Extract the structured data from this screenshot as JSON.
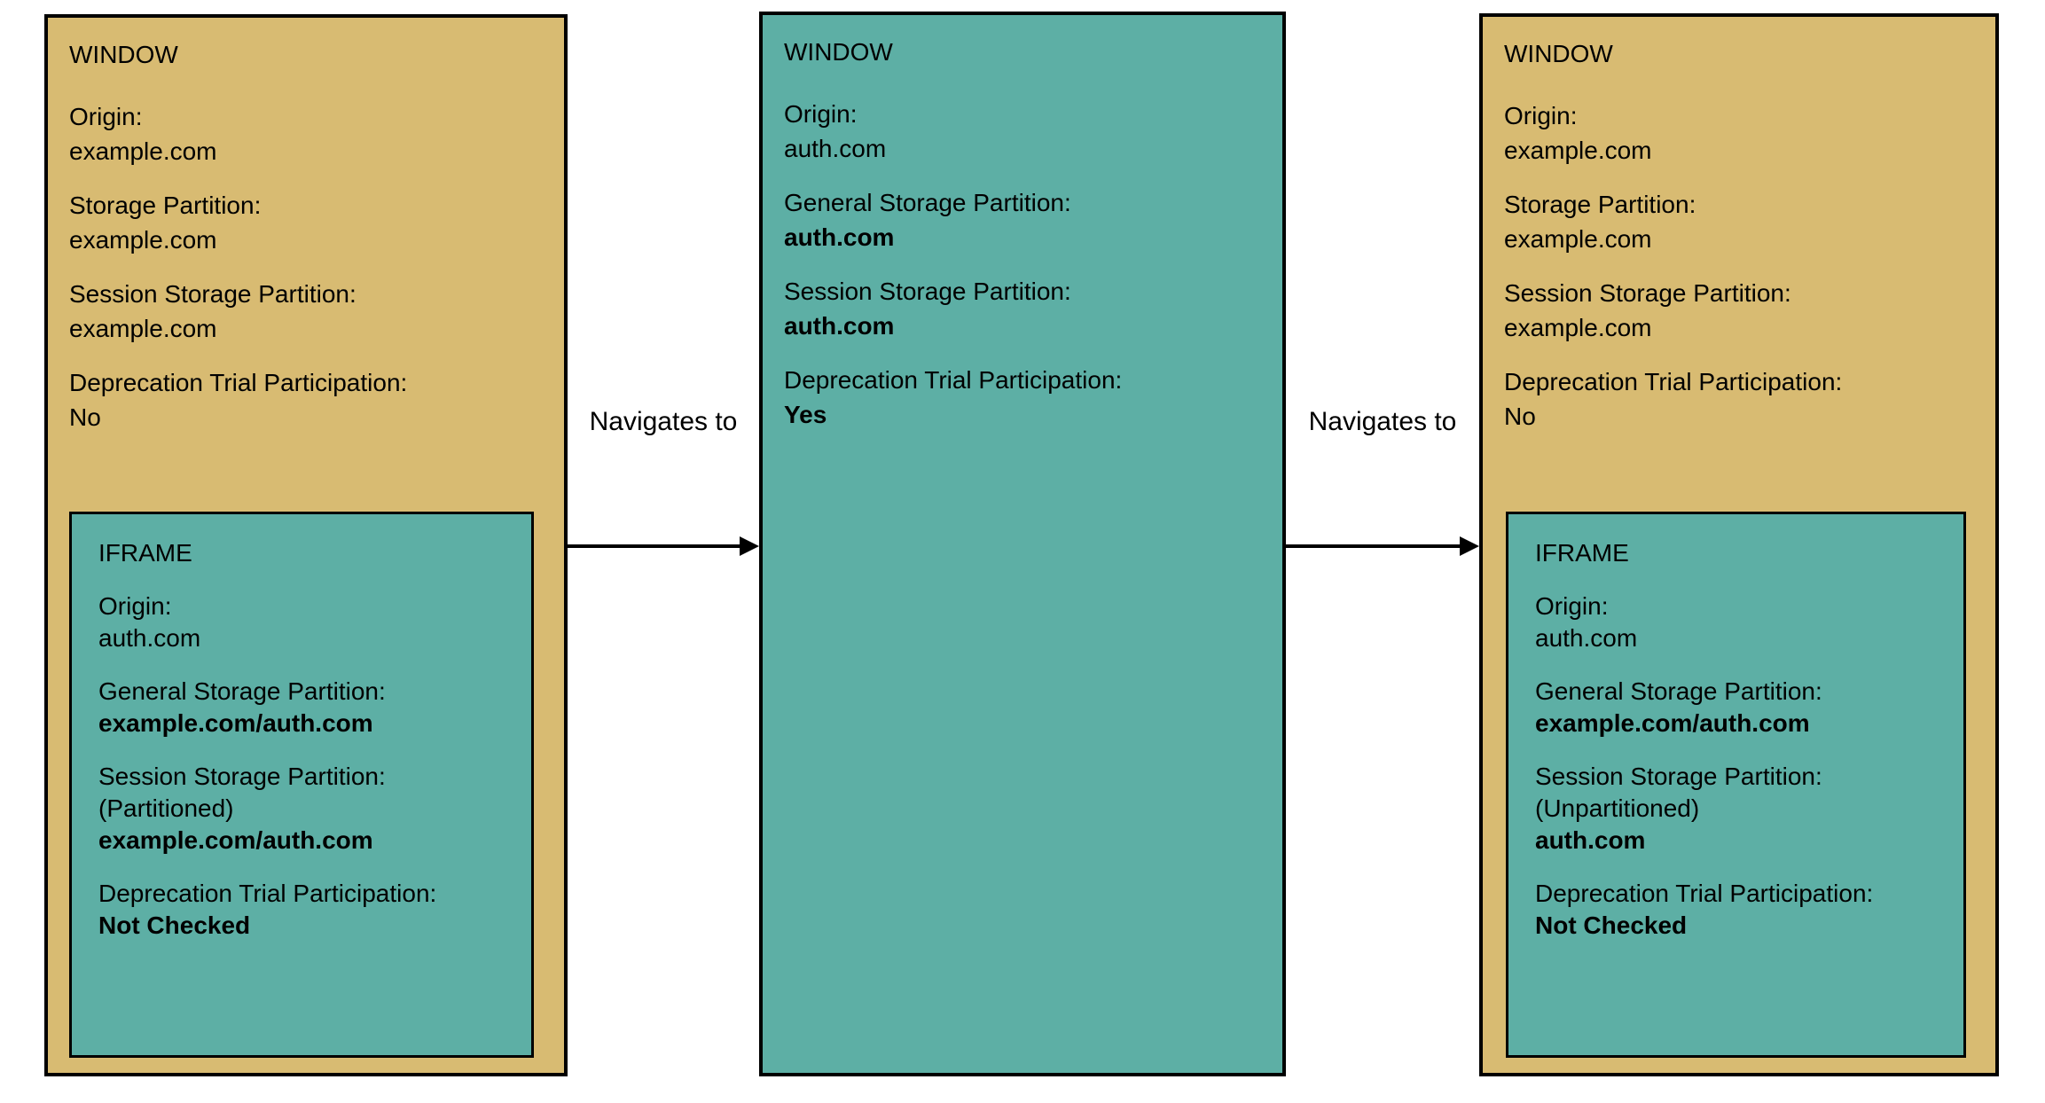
{
  "colors": {
    "window_context_tan": "#d8bb72",
    "auth_context_teal": "#5dafa5",
    "border": "#000000",
    "text": "#000000",
    "background": "#ffffff"
  },
  "arrows": [
    {
      "label": "Navigates to"
    },
    {
      "label": "Navigates to"
    }
  ],
  "boxes": [
    {
      "title": "WINDOW",
      "variant": "tan",
      "fields": [
        {
          "label": "Origin:",
          "lines": [
            {
              "text": "example.com",
              "bold": false
            }
          ]
        },
        {
          "label": "Storage Partition:",
          "lines": [
            {
              "text": "example.com",
              "bold": false
            }
          ]
        },
        {
          "label": "Session Storage Partition:",
          "lines": [
            {
              "text": "example.com",
              "bold": false
            }
          ]
        },
        {
          "label": "Deprecation Trial Participation:",
          "lines": [
            {
              "text": "No",
              "bold": false
            }
          ]
        }
      ],
      "iframe": {
        "title": "IFRAME",
        "fields": [
          {
            "label": "Origin:",
            "lines": [
              {
                "text": "auth.com",
                "bold": false
              }
            ]
          },
          {
            "label": "General Storage Partition:",
            "lines": [
              {
                "text": "example.com/auth.com",
                "bold": true
              }
            ]
          },
          {
            "label": "Session Storage Partition:",
            "lines": [
              {
                "text": "(Partitioned)",
                "bold": false
              },
              {
                "text": "example.com/auth.com",
                "bold": true
              }
            ]
          },
          {
            "label": "Deprecation Trial Participation:",
            "lines": [
              {
                "text": "Not Checked",
                "bold": true
              }
            ]
          }
        ]
      }
    },
    {
      "title": "WINDOW",
      "variant": "teal",
      "fields": [
        {
          "label": "Origin:",
          "lines": [
            {
              "text": "auth.com",
              "bold": false
            }
          ]
        },
        {
          "label": "General Storage Partition:",
          "lines": [
            {
              "text": "auth.com",
              "bold": true
            }
          ]
        },
        {
          "label": "Session Storage Partition:",
          "lines": [
            {
              "text": "auth.com",
              "bold": true
            }
          ]
        },
        {
          "label": "Deprecation Trial Participation:",
          "lines": [
            {
              "text": "Yes",
              "bold": true
            }
          ]
        }
      ]
    },
    {
      "title": "WINDOW",
      "variant": "tan",
      "fields": [
        {
          "label": "Origin:",
          "lines": [
            {
              "text": "example.com",
              "bold": false
            }
          ]
        },
        {
          "label": "Storage Partition:",
          "lines": [
            {
              "text": "example.com",
              "bold": false
            }
          ]
        },
        {
          "label": "Session Storage Partition:",
          "lines": [
            {
              "text": "example.com",
              "bold": false
            }
          ]
        },
        {
          "label": "Deprecation Trial Participation:",
          "lines": [
            {
              "text": "No",
              "bold": false
            }
          ]
        }
      ],
      "iframe": {
        "title": "IFRAME",
        "fields": [
          {
            "label": "Origin:",
            "lines": [
              {
                "text": "auth.com",
                "bold": false
              }
            ]
          },
          {
            "label": "General Storage Partition:",
            "lines": [
              {
                "text": "example.com/auth.com",
                "bold": true
              }
            ]
          },
          {
            "label": "Session Storage Partition:",
            "lines": [
              {
                "text": "(Unpartitioned)",
                "bold": false
              },
              {
                "text": "auth.com",
                "bold": true
              }
            ]
          },
          {
            "label": "Deprecation Trial Participation:",
            "lines": [
              {
                "text": "Not Checked",
                "bold": true
              }
            ]
          }
        ]
      }
    }
  ]
}
